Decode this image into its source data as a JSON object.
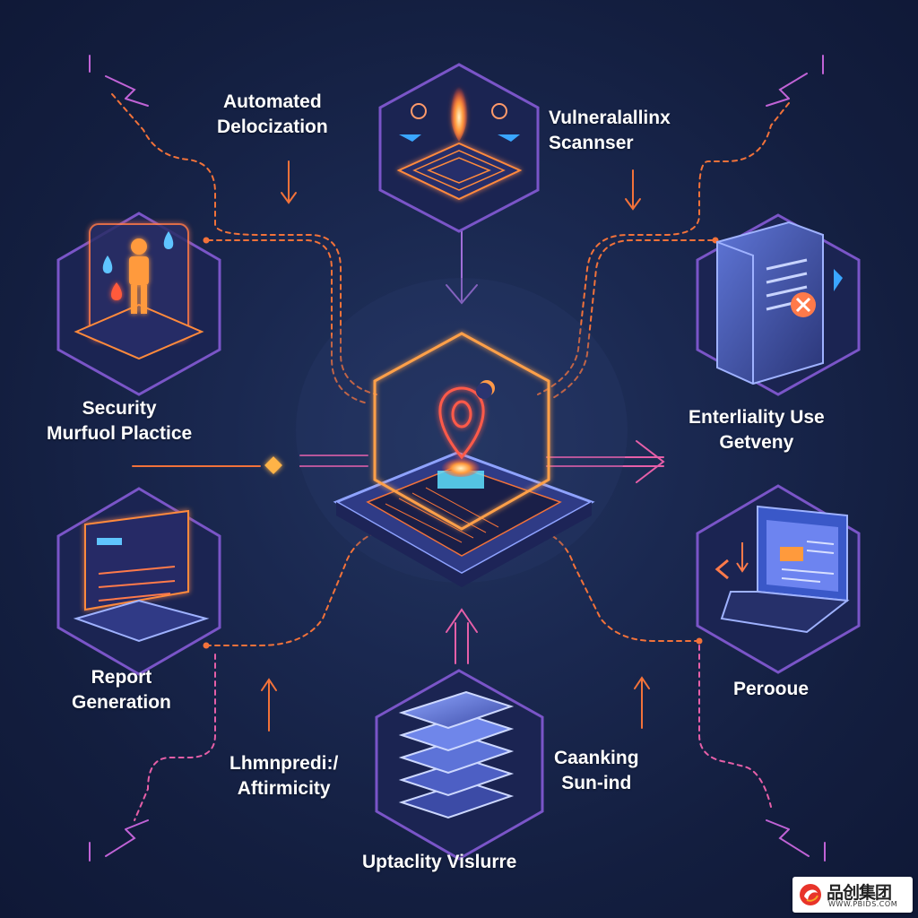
{
  "nodes": {
    "center": {
      "name": ""
    },
    "automated": {
      "line1": "Automated",
      "line2": "Delocization"
    },
    "vuln": {
      "line1": "Vulneralallinx",
      "line2": "Scannser"
    },
    "security": {
      "line1": "Security",
      "line2": "Murfuol Plactice"
    },
    "entert": {
      "line1": "Enterliality Use",
      "line2": "Getveny"
    },
    "report": {
      "line1": "Report",
      "line2": "Generation"
    },
    "perooue": {
      "line1": "Perooue"
    },
    "lhmn": {
      "line1": "Lhmnpredi:/",
      "line2": "Aftirmicity"
    },
    "caank": {
      "line1": "Caanking",
      "line2": "Sun-ind"
    },
    "uptac": {
      "line1": "Uptaclity Vislurre"
    }
  },
  "watermark": {
    "brand": "品创集团",
    "url": "WWW.PBIDS.COM"
  },
  "colors": {
    "background": "#15203f",
    "node_border": "#6a53b8",
    "glow_orange": "#ff7a2e",
    "connector_orange": "#f2723a",
    "connector_pink": "#e65fa8",
    "arrow_violet": "#a16fd9"
  }
}
